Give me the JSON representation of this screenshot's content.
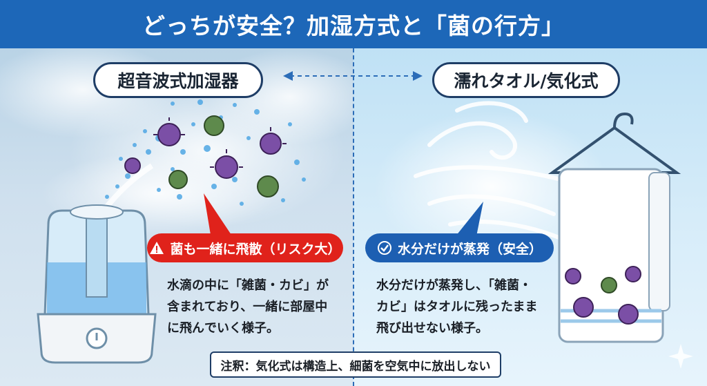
{
  "header": {
    "title": "どっちが安全？加湿方式と「菌の行方」"
  },
  "left": {
    "label": "超音波式加湿器",
    "warning": "菌も一緒に飛散（リスク大）",
    "description": [
      "水滴の中に「雑菌・カビ」が",
      "含まれており、一緒に部屋中",
      "に飛んでいく様子。"
    ]
  },
  "right": {
    "label": "濡れタオル/気化式",
    "safe": "水分だけが蒸発（安全）",
    "description": [
      "水分だけが蒸発し、「雑菌・",
      "カビ」はタオルに残ったまま",
      "飛び出せない様子。"
    ]
  },
  "note": "注釈：気化式は構造上、細菌を空気中に放出しない",
  "colors": {
    "header": "#1d67b8",
    "warning": "#e0221b",
    "safe": "#1d5fb2",
    "outline": "#1e3d66"
  },
  "icons": [
    "warning-triangle-icon",
    "checkmark-circle-icon",
    "double-arrow-icon",
    "humidifier-icon",
    "bacteria-icon",
    "towel-icon",
    "hanger-icon",
    "wind-icon",
    "sparkle-icon"
  ]
}
